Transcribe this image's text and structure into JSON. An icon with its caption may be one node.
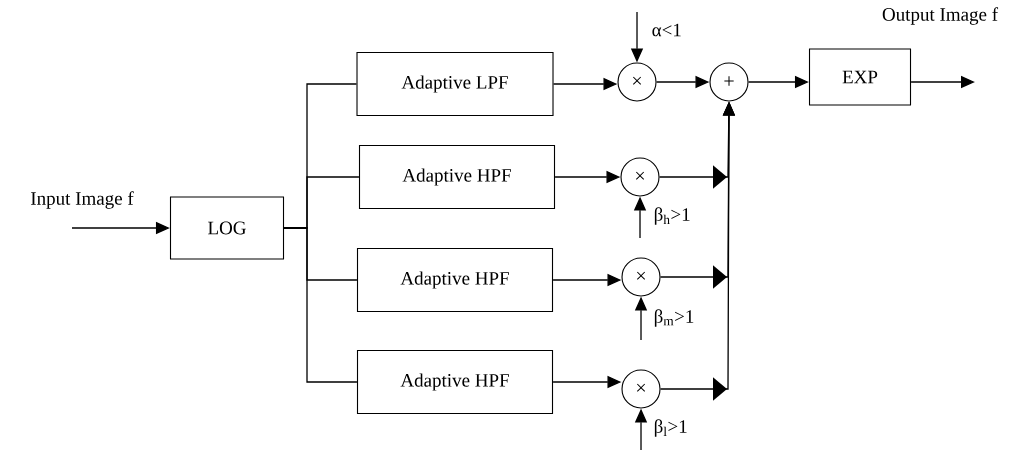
{
  "diagram": {
    "nodes": [
      {
        "text": [
          "LOG"
        ]
      },
      {
        "text": [
          "Adaptive LPF"
        ]
      },
      {
        "text": [
          "Adaptive HPF"
        ]
      },
      {
        "text": [
          "Adaptive HPF"
        ]
      },
      {
        "text": [
          "Adaptive HPF"
        ]
      },
      {
        "text": [
          "×"
        ]
      },
      {
        "text": [
          "+"
        ]
      },
      {
        "text": [
          "×"
        ]
      },
      {
        "text": [
          "×"
        ]
      },
      {
        "text": [
          "×"
        ]
      },
      {
        "text": [
          "EXP"
        ]
      }
    ],
    "edges": [
      {
        "from": null,
        "to": 0,
        "arrow": "to",
        "label": "Input Image f"
      },
      {
        "from": 0,
        "to": 1,
        "arrow": "none"
      },
      {
        "from": 0,
        "to": 2,
        "arrow": "none"
      },
      {
        "from": 0,
        "to": 3,
        "arrow": "none"
      },
      {
        "from": 0,
        "to": 4,
        "arrow": "none"
      },
      {
        "from": 1,
        "to": 5,
        "arrow": "to"
      },
      {
        "from": 2,
        "to": 7,
        "arrow": "to"
      },
      {
        "from": 3,
        "to": 8,
        "arrow": "to"
      },
      {
        "from": 4,
        "to": 9,
        "arrow": "to"
      },
      {
        "from": 5,
        "to": 6,
        "arrow": "to"
      },
      {
        "from": 7,
        "to": 6,
        "arrow": "to"
      },
      {
        "from": 8,
        "to": 6,
        "arrow": "to"
      },
      {
        "from": 9,
        "to": 6,
        "arrow": "to"
      },
      {
        "from": null,
        "to": 5,
        "arrow": "to",
        "label": "α<1"
      },
      {
        "from": null,
        "to": 7,
        "arrow": "to",
        "label": "β$_{h}$>1"
      },
      {
        "from": null,
        "to": 8,
        "arrow": "to",
        "label": "β$_{m}$>1"
      },
      {
        "from": null,
        "to": 9,
        "arrow": "to",
        "label": "β$_{l}$>1"
      },
      {
        "from": 6,
        "to": 10,
        "arrow": "to"
      },
      {
        "from": 10,
        "to": null,
        "arrow": "to",
        "label": "Output Image f"
      }
    ]
  }
}
